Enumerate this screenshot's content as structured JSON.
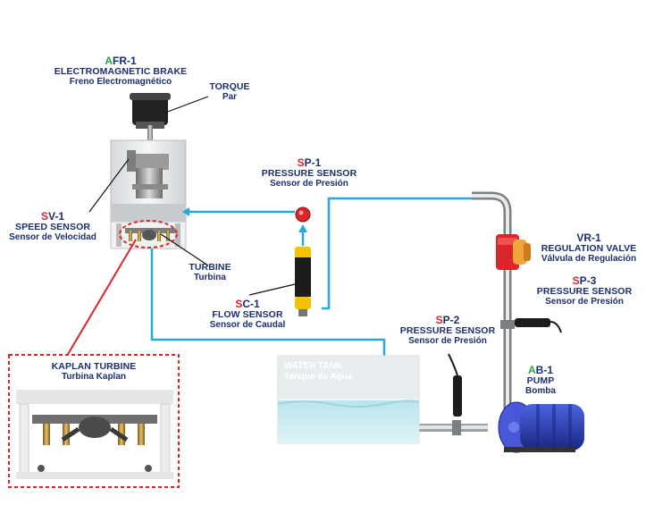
{
  "components": {
    "afr1": {
      "letter": "A",
      "code_rest": "FR-1",
      "title": "ELECTROMAGNETIC BRAKE",
      "subtitle": "Freno Electromagnético"
    },
    "torque": {
      "title": "TORQUE",
      "subtitle": "Par"
    },
    "sp1": {
      "letter": "S",
      "code_rest": "P-1",
      "title": "PRESSURE SENSOR",
      "subtitle": "Sensor de Presión"
    },
    "sv1": {
      "letter": "S",
      "code_rest": "V-1",
      "title": "SPEED SENSOR",
      "subtitle": "Sensor de Velocidad"
    },
    "turbine": {
      "title": "TURBINE",
      "subtitle": "Turbina"
    },
    "sc1": {
      "letter": "S",
      "code_rest": "C-1",
      "title": "FLOW SENSOR",
      "subtitle": "Sensor de Caudal"
    },
    "vr1": {
      "code": "VR-1",
      "title": "REGULATION VALVE",
      "subtitle": "Válvula de Regulación"
    },
    "sp3": {
      "letter": "S",
      "code_rest": "P-3",
      "title": "PRESSURE SENSOR",
      "subtitle": "Sensor de Presión"
    },
    "sp2": {
      "letter": "S",
      "code_rest": "P-2",
      "title": "PRESSURE SENSOR",
      "subtitle": "Sensor de Presión"
    },
    "ab1": {
      "letter": "A",
      "code_rest": "B-1",
      "title": "PUMP",
      "subtitle": "Bomba"
    },
    "tank": {
      "title": "WATER TANK",
      "subtitle": "Tanque de Agua"
    },
    "kaplan": {
      "title": "KAPLAN TURBINE",
      "subtitle": "Turbina Kaplan"
    }
  },
  "colors": {
    "pipe": "#27a7e0",
    "label": "#1b2f6e",
    "code_letter": "#d8262b",
    "code_letter_green": "#2aa348",
    "callout": "#d8262b",
    "pump": "#2a3fb0"
  }
}
